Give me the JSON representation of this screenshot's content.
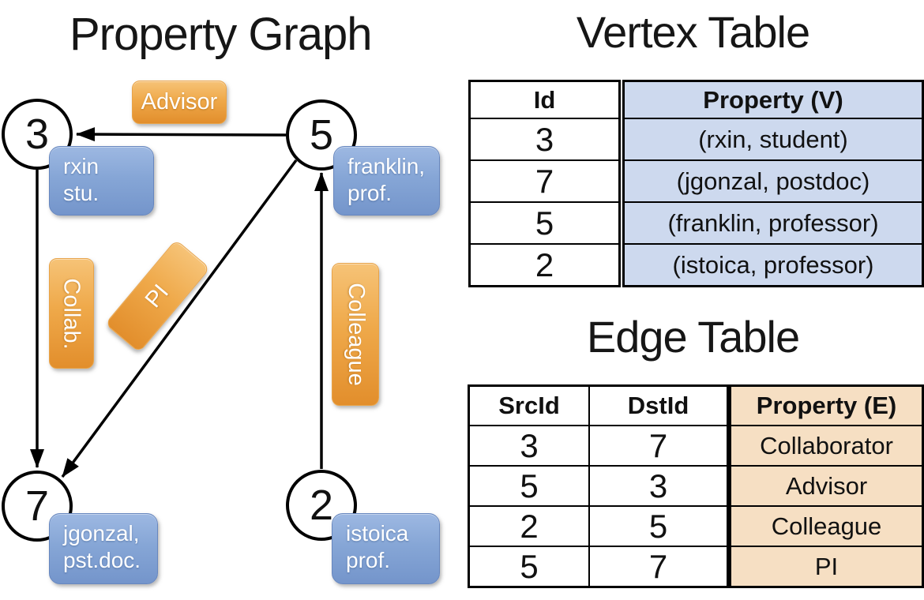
{
  "titles": {
    "graph": "Property Graph",
    "vertex_table": "Vertex Table",
    "edge_table": "Edge Table"
  },
  "graph": {
    "nodes": {
      "n3": {
        "id": "3",
        "lines": [
          "rxin",
          "stu."
        ]
      },
      "n5": {
        "id": "5",
        "lines": [
          "franklin,",
          "prof."
        ]
      },
      "n7": {
        "id": "7",
        "lines": [
          "jgonzal,",
          "pst.doc."
        ]
      },
      "n2": {
        "id": "2",
        "lines": [
          "istoica",
          "prof."
        ]
      }
    },
    "edge_labels": {
      "advisor": "Advisor",
      "collab": "Collab.",
      "pi": "PI",
      "colleague": "Colleague"
    }
  },
  "vertex_table": {
    "headers": [
      "Id",
      "Property (V)"
    ],
    "rows": [
      [
        "3",
        "(rxin, student)"
      ],
      [
        "7",
        "(jgonzal, postdoc)"
      ],
      [
        "5",
        "(franklin, professor)"
      ],
      [
        "2",
        "(istoica, professor)"
      ]
    ]
  },
  "edge_table": {
    "headers": [
      "SrcId",
      "DstId",
      "Property (E)"
    ],
    "rows": [
      [
        "3",
        "7",
        "Collaborator"
      ],
      [
        "5",
        "3",
        "Advisor"
      ],
      [
        "2",
        "5",
        "Colleague"
      ],
      [
        "5",
        "7",
        "PI"
      ]
    ]
  },
  "colors": {
    "edge_label_orange_top": "#f6c377",
    "edge_label_orange_bottom": "#e28e2c",
    "vertex_label_blue_top": "#9db8e2",
    "vertex_label_blue_bottom": "#7495cb",
    "vertex_table_fill": "#cdd9ee",
    "edge_table_fill": "#f6dfc3",
    "line_color": "#000000"
  }
}
